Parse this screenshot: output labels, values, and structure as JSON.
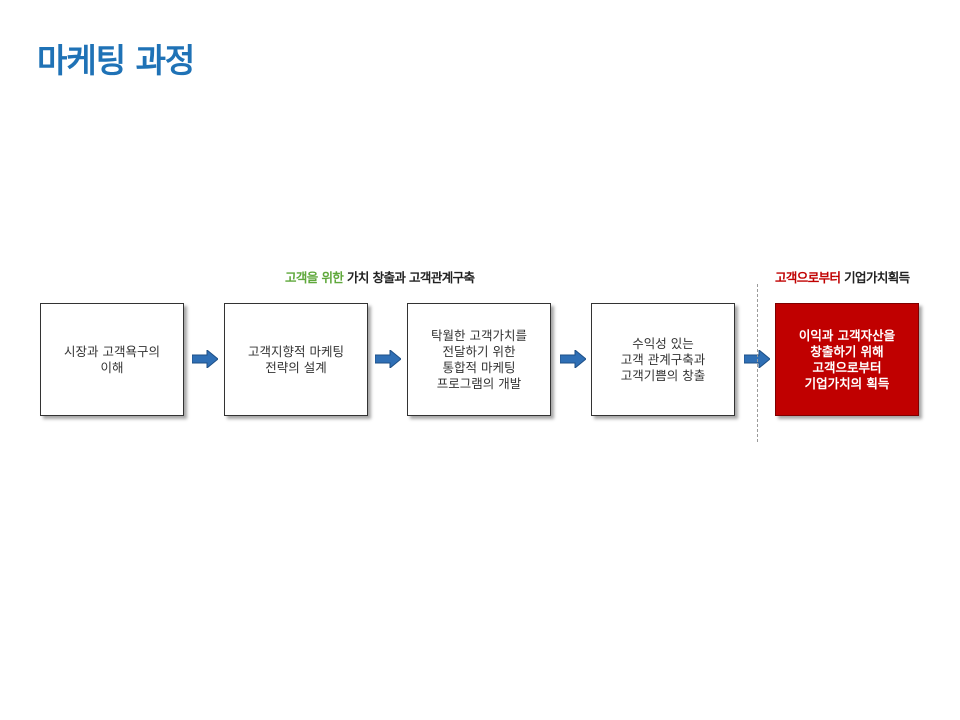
{
  "title": "마케팅 과정",
  "captions": [
    {
      "green": "고객을 위한 ",
      "rest": "가치 창출과 고객관계구축"
    },
    {
      "red": "고객으로부터 ",
      "rest": "기업가치획득"
    }
  ],
  "steps": [
    {
      "label": "시장과 고객욕구의\n이해"
    },
    {
      "label": "고객지향적 마케팅\n전략의 설계"
    },
    {
      "label": "탁월한 고객가치를\n전달하기 위한\n통합적 마케팅\n프로그램의 개발"
    },
    {
      "label": "수익성 있는\n고객 관계구축과\n고객기쁨의 창출"
    },
    {
      "label": "이익과 고객자산을\n창출하기 위해\n고객으로부터\n기업가치의 획득"
    }
  ],
  "colors": {
    "title": "#1f72b6",
    "green": "#5fa83b",
    "accent_red": "#c00000",
    "arrow": "#2f6fb5"
  }
}
